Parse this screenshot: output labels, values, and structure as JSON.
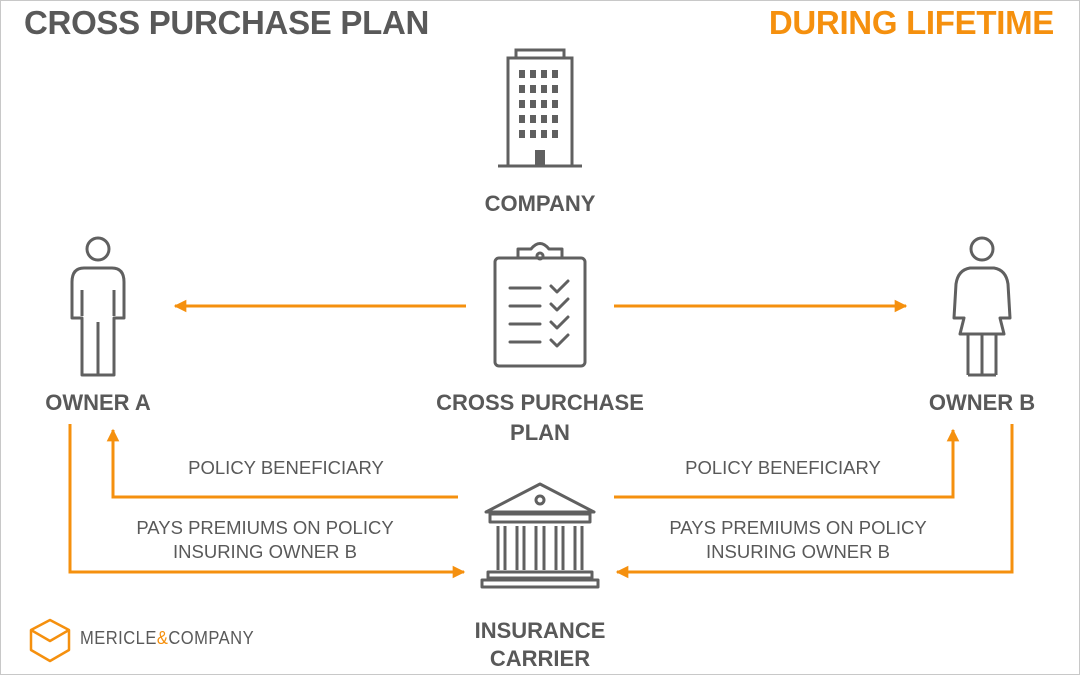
{
  "header": {
    "title": "CROSS PURCHASE PLAN",
    "stage": "DURING LIFETIME"
  },
  "nodes": {
    "company": {
      "label": "COMPANY",
      "icon": "building-icon"
    },
    "owner_a": {
      "label": "OWNER A",
      "icon": "man-icon"
    },
    "owner_b": {
      "label": "OWNER B",
      "icon": "woman-icon"
    },
    "plan": {
      "label_line1": "CROSS PURCHASE",
      "label_line2": "PLAN",
      "icon": "clipboard-checklist-icon"
    },
    "carrier": {
      "label_line1": "INSURANCE",
      "label_line2": "CARRIER",
      "icon": "bank-building-icon"
    }
  },
  "edges": {
    "beneficiary_left": "POLICY BENEFICIARY",
    "beneficiary_right": "POLICY BENEFICIARY",
    "premiums_left_line1": "PAYS PREMIUMS ON POLICY",
    "premiums_left_line2": "INSURING OWNER B",
    "premiums_right_line1": "PAYS PREMIUMS ON POLICY",
    "premiums_right_line2": "INSURING OWNER B"
  },
  "logo": {
    "name_part1": "MERICLE",
    "ampersand": "&",
    "name_part2": "COMPANY",
    "icon": "cube-logo-icon"
  },
  "colors": {
    "accent": "#f5900e",
    "text": "#595959",
    "icon_stroke": "#606060"
  }
}
